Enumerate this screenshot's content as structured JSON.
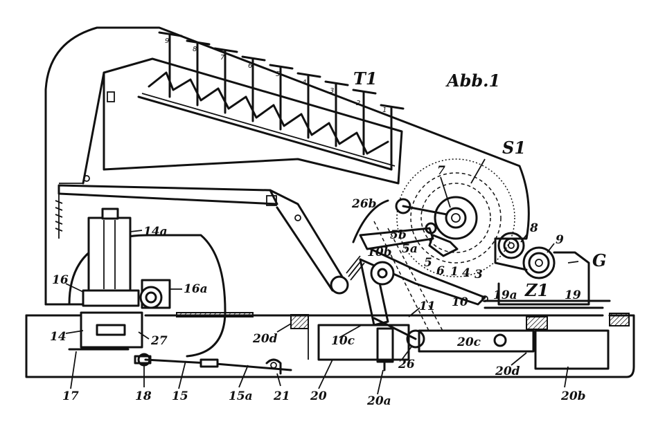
{
  "figure": {
    "title": "Abb.1",
    "key_numbers": [
      "9",
      "8",
      "7",
      "6",
      "5",
      "4",
      "3",
      "2",
      "1"
    ],
    "labels": {
      "T1": "T1",
      "S1": "S1",
      "G": "G",
      "Z1": "Z1",
      "l7": "7",
      "l8": "8",
      "l9": "9",
      "l26b": "26b",
      "l5b": "5b",
      "l10b": "10b",
      "l5a": "5a",
      "l5": "5",
      "l6": "6",
      "l1": "1",
      "l4": "4",
      "l3": "3",
      "l14a": "14a",
      "l16": "16",
      "l16a": "16a",
      "l14": "14",
      "l27": "27",
      "l17": "17",
      "l18": "18",
      "l15": "15",
      "l15a": "15a",
      "l21": "21",
      "l20": "20",
      "l20a": "20a",
      "l20d1": "20d",
      "l10c": "10c",
      "l11": "11",
      "l10": "10",
      "l19a": "19a",
      "l19": "19",
      "l20c": "20c",
      "l26": "26",
      "l20d2": "20d",
      "l20b": "20b"
    }
  }
}
